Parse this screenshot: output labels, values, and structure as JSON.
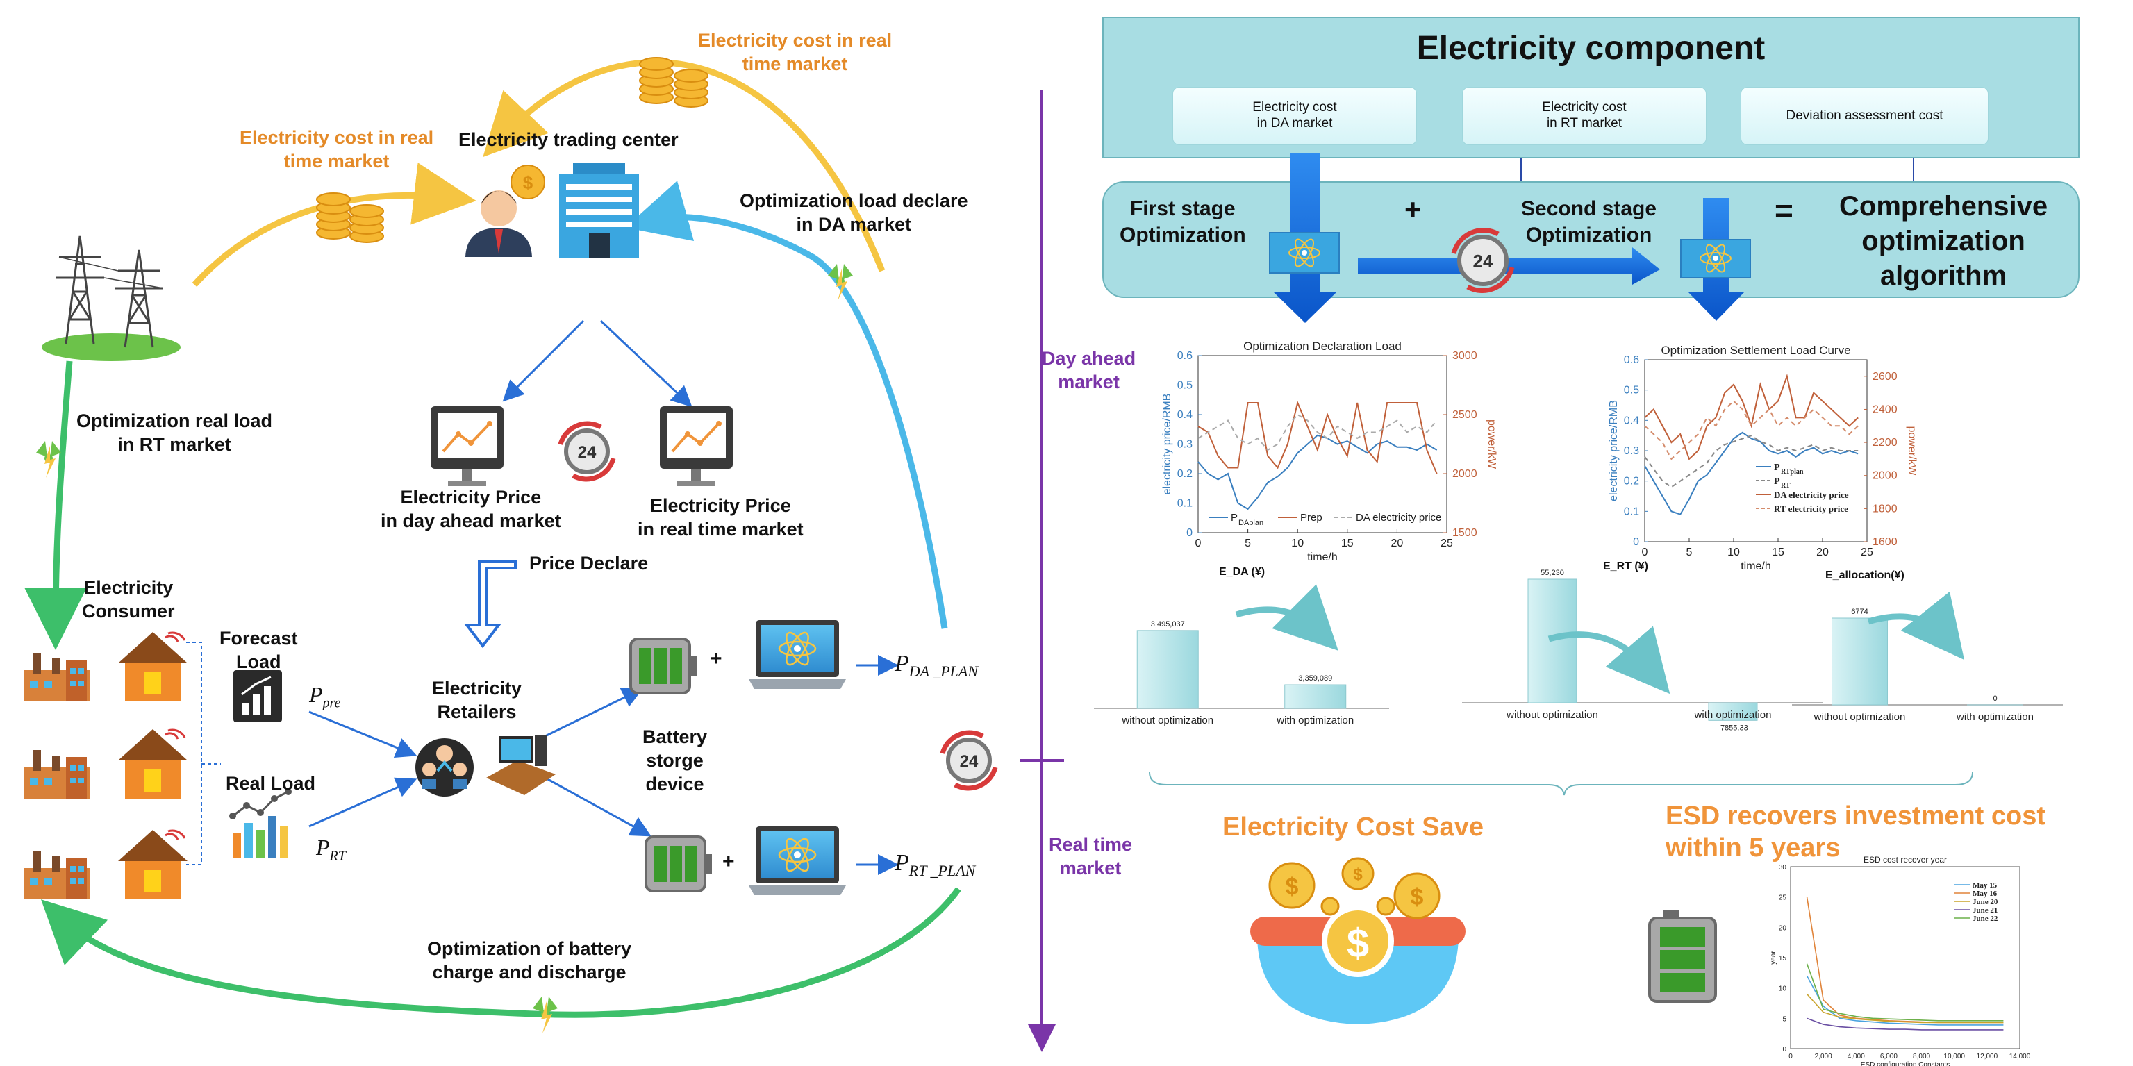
{
  "left": {
    "trading_center": "Electricity trading center",
    "cost_rt_top": "Electricity cost in real\ntime market",
    "cost_rt_left": "Electricity cost in real\ntime market",
    "opt_load_da": "Optimization load declare\nin DA market",
    "opt_real_load": "Optimization real load\nin RT market",
    "price_da": "Electricity Price\nin day ahead market",
    "price_rt": "Electricity Price\nin real time market",
    "price_declare": "Price  Declare",
    "consumer": "Electricity\nConsumer",
    "forecast_load": "Forecast\nLoad",
    "real_load": "Real Load",
    "retailers": "Electricity\nRetailers",
    "battery": "Battery\nstorge\ndevice",
    "opt_battery": "Optimization of battery\ncharge and discharge",
    "p_pre": {
      "base": "P",
      "sub": "pre"
    },
    "p_rt": {
      "base": "P",
      "sub": "RT"
    },
    "p_da_plan": {
      "base": "P",
      "sub": "DA _PLAN"
    },
    "p_rt_plan": {
      "base": "P",
      "sub": "RT _PLAN"
    },
    "plus1": "+",
    "plus2": "+"
  },
  "timeline": {
    "day_ahead": "Day ahead\nmarket",
    "real_time": "Real time\nmarket"
  },
  "component": {
    "title": "Electricity component",
    "boxes": [
      "Electricity cost\nin DA market",
      "Electricity cost\nin RT market",
      "Deviation assessment cost"
    ],
    "first_stage": "First stage\nOptimization",
    "second_stage": "Second stage\nOptimization",
    "plus": "+",
    "equals": "=",
    "comprehensive": "Comprehensive\noptimization\nalgorithm"
  },
  "chart_data": [
    {
      "type": "line",
      "title": "Optimization Declaration Load",
      "xlabel": "time/h",
      "ylabel_left": "electricity price/RMB",
      "ylabel_right": "power/kW",
      "xlim": [
        0,
        25
      ],
      "ylim_left": [
        0,
        0.6
      ],
      "ylim_right": [
        1500,
        3000
      ],
      "xticks": [
        "0",
        "5",
        "10",
        "15",
        "20",
        "25"
      ],
      "yticks_left": [
        "0",
        "0.1",
        "0.2",
        "0.3",
        "0.4",
        "0.5",
        "0.6"
      ],
      "yticks_right": [
        "1500",
        "2000",
        "2500",
        "3000"
      ],
      "x": [
        0,
        1,
        2,
        3,
        4,
        5,
        6,
        7,
        8,
        9,
        10,
        11,
        12,
        13,
        14,
        15,
        16,
        17,
        18,
        19,
        20,
        21,
        22,
        23,
        24
      ],
      "series": [
        {
          "name": "P_DAplan",
          "axis": "left",
          "color": "#3a7fbf",
          "dash": false,
          "values": [
            0.24,
            0.2,
            0.18,
            0.2,
            0.1,
            0.08,
            0.12,
            0.17,
            0.19,
            0.22,
            0.27,
            0.3,
            0.33,
            0.32,
            0.3,
            0.31,
            0.29,
            0.27,
            0.3,
            0.31,
            0.29,
            0.29,
            0.28,
            0.3,
            0.28
          ]
        },
        {
          "name": "Prep",
          "axis": "right",
          "color": "#c0603a",
          "dash": false,
          "values": [
            2400,
            2350,
            2150,
            2050,
            2050,
            2600,
            2600,
            2150,
            2050,
            2250,
            2600,
            2400,
            2200,
            2500,
            2300,
            2150,
            2600,
            2200,
            2100,
            2600,
            2600,
            2600,
            2600,
            2200,
            2000
          ]
        },
        {
          "name": "DA electricity price",
          "axis": "right",
          "color": "#aaaaaa",
          "dash": true,
          "values": [
            2300,
            2350,
            2400,
            2450,
            2300,
            2250,
            2300,
            2200,
            2250,
            2400,
            2500,
            2450,
            2350,
            2300,
            2400,
            2350,
            2300,
            2350,
            2350,
            2400,
            2450,
            2350,
            2400,
            2350,
            2450
          ]
        }
      ],
      "legend": [
        "P",
        "DAplan",
        "Prep",
        "DA electricity price"
      ]
    },
    {
      "type": "line",
      "title": "Optimization Settlement Load Curve",
      "xlabel": "time/h",
      "ylabel_left": "electricity price/RMB",
      "ylabel_right": "power/kW",
      "xlim": [
        0,
        25
      ],
      "ylim_left": [
        0,
        0.6
      ],
      "ylim_right": [
        1600,
        2700
      ],
      "xticks": [
        "0",
        "5",
        "10",
        "15",
        "20",
        "25"
      ],
      "yticks_left": [
        "0",
        "0.1",
        "0.2",
        "0.3",
        "0.4",
        "0.5",
        "0.6"
      ],
      "yticks_right": [
        "1600",
        "1800",
        "2000",
        "2200",
        "2400",
        "2600"
      ],
      "x": [
        0,
        1,
        2,
        3,
        4,
        5,
        6,
        7,
        8,
        9,
        10,
        11,
        12,
        13,
        14,
        15,
        16,
        17,
        18,
        19,
        20,
        21,
        22,
        23,
        24
      ],
      "series": [
        {
          "name": "P_RTplan",
          "axis": "left",
          "color": "#3a7fbf",
          "dash": false,
          "values": [
            0.25,
            0.2,
            0.15,
            0.1,
            0.09,
            0.14,
            0.2,
            0.22,
            0.26,
            0.3,
            0.34,
            0.36,
            0.34,
            0.33,
            0.3,
            0.29,
            0.3,
            0.28,
            0.3,
            0.31,
            0.29,
            0.3,
            0.29,
            0.3,
            0.29
          ]
        },
        {
          "name": "P_RT",
          "axis": "left",
          "color": "#888888",
          "dash": true,
          "values": [
            0.28,
            0.24,
            0.2,
            0.18,
            0.2,
            0.22,
            0.24,
            0.26,
            0.3,
            0.32,
            0.33,
            0.34,
            0.35,
            0.33,
            0.32,
            0.3,
            0.31,
            0.3,
            0.31,
            0.32,
            0.3,
            0.31,
            0.3,
            0.3,
            0.3
          ]
        },
        {
          "name": "DA electricity price",
          "axis": "right",
          "color": "#c0603a",
          "dash": false,
          "values": [
            2350,
            2400,
            2300,
            2200,
            2250,
            2100,
            2150,
            2300,
            2350,
            2500,
            2550,
            2450,
            2300,
            2550,
            2400,
            2450,
            2600,
            2350,
            2350,
            2500,
            2450,
            2400,
            2350,
            2300,
            2350
          ]
        },
        {
          "name": "RT electricity price",
          "axis": "right",
          "color": "#d48c6c",
          "dash": true,
          "values": [
            2300,
            2250,
            2200,
            2100,
            2150,
            2200,
            2250,
            2350,
            2300,
            2400,
            2450,
            2400,
            2300,
            2350,
            2400,
            2300,
            2350,
            2300,
            2350,
            2400,
            2350,
            2300,
            2300,
            2250,
            2300
          ]
        }
      ],
      "legend": [
        "P",
        "RTplan",
        "P",
        "RT",
        "DA electricity price",
        "RT electricity price"
      ]
    },
    {
      "type": "bar",
      "title": "E_DA (¥)",
      "categories": [
        "without optimization",
        "with optimization"
      ],
      "values": [
        3495037,
        3359089
      ],
      "value_labels": [
        "3,495,037",
        "3,359,089"
      ]
    },
    {
      "type": "bar",
      "title": "E_RT (¥)",
      "categories": [
        "without optimization",
        "with optimization"
      ],
      "values": [
        55230,
        -7855.33
      ],
      "value_labels": [
        "55,230",
        "-7855.33"
      ]
    },
    {
      "type": "bar",
      "title": "E_allocation(¥)",
      "categories": [
        "without optimization",
        "with optimization"
      ],
      "values": [
        6774,
        0
      ],
      "value_labels": [
        "6774",
        "0"
      ]
    },
    {
      "type": "line",
      "title": "ESD cost recover year",
      "xlabel": "ESD configuration Constants",
      "ylabel": "year",
      "xlim": [
        0,
        14000
      ],
      "ylim": [
        0,
        30
      ],
      "xticks": [
        "0",
        "2,000",
        "4,000",
        "6,000",
        "8,000",
        "10,000",
        "12,000",
        "14,000"
      ],
      "yticks": [
        "0",
        "5",
        "10",
        "15",
        "20",
        "25",
        "30"
      ],
      "x": [
        1000,
        2000,
        3000,
        4000,
        5000,
        6000,
        7000,
        8000,
        9000,
        10000,
        11000,
        12000,
        13000
      ],
      "series": [
        {
          "name": "May 15",
          "color": "#4aa3df",
          "values": [
            12,
            7,
            5,
            4.6,
            4.4,
            4.2,
            4.1,
            4.0,
            3.9,
            3.9,
            3.9,
            3.9,
            3.9
          ]
        },
        {
          "name": "May 16",
          "color": "#e0843a",
          "values": [
            25,
            8,
            5.5,
            5,
            4.8,
            4.6,
            4.5,
            4.4,
            4.3,
            4.3,
            4.3,
            4.3,
            4.3
          ]
        },
        {
          "name": "June 20",
          "color": "#c9a32a",
          "values": [
            9,
            6,
            5.2,
            4.9,
            4.7,
            4.5,
            4.4,
            4.3,
            4.3,
            4.3,
            4.3,
            4.3,
            4.3
          ]
        },
        {
          "name": "June 21",
          "color": "#6a4fa3",
          "values": [
            5,
            4,
            3.6,
            3.4,
            3.3,
            3.2,
            3.2,
            3.1,
            3.1,
            3.1,
            3.1,
            3.1,
            3.1
          ]
        },
        {
          "name": "June 22",
          "color": "#6cb04a",
          "values": [
            14,
            6.5,
            5.8,
            5.3,
            5,
            4.9,
            4.8,
            4.7,
            4.6,
            4.6,
            4.6,
            4.6,
            4.6
          ]
        }
      ]
    }
  ],
  "results": {
    "cost_save": "Electricity Cost Save",
    "esd_recover": "ESD recovers investment cost\n within 5 years",
    "dollar": "$"
  },
  "colors": {
    "yellow_arrow": "#f5c542",
    "blue_arrow": "#4ab8e8",
    "green_arrow": "#3dbf6a",
    "purple_line": "#7a35a8",
    "panel_fill": "#a8dde3",
    "orange_text": "#e48a28"
  }
}
